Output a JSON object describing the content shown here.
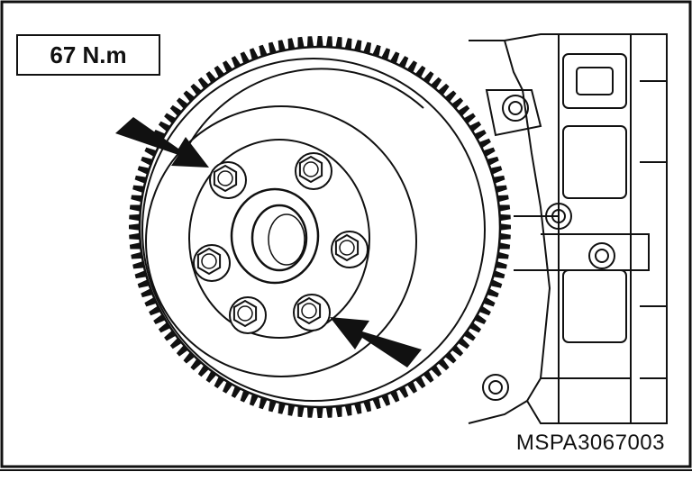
{
  "torque_label": "67 N.m",
  "figure_id": "MSPA3067003",
  "colors": {
    "line": "#111111",
    "background": "#ffffff"
  },
  "bolt_count": 6,
  "marked_bolts": 2
}
